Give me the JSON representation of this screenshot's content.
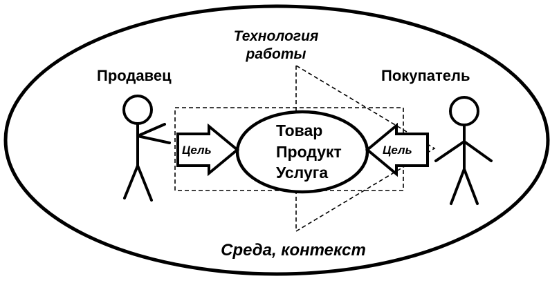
{
  "diagram": {
    "seller_label": "Продавец",
    "buyer_label": "Покупатель",
    "technology_line1": "Технология",
    "technology_line2": "работы",
    "product_lines": [
      "Товар",
      "Продукт",
      "Услуга"
    ],
    "goal_left": "Цель",
    "goal_right": "Цель",
    "environment_label": "Среда, контекст"
  },
  "colors": {
    "stroke": "#000000",
    "background": "#ffffff"
  }
}
